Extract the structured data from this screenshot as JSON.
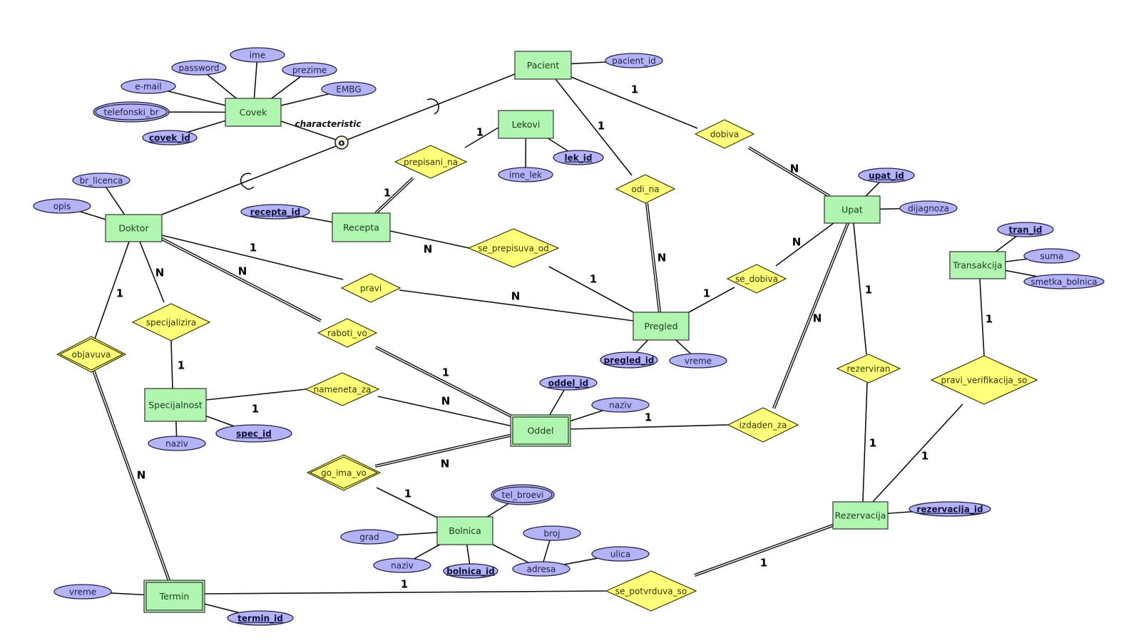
{
  "diagram": {
    "type": "entity-relationship",
    "colors": {
      "entity_fill": "#b0f5b0",
      "attribute_fill": "#b3b3f5",
      "relationship_fill": "#ffff7a",
      "line": "#111111"
    },
    "entities": [
      {
        "id": "covek",
        "label": "Covek",
        "weak": false
      },
      {
        "id": "pacient",
        "label": "Pacient",
        "weak": false
      },
      {
        "id": "lekovi",
        "label": "Lekovi",
        "weak": false
      },
      {
        "id": "doktor",
        "label": "Doktor",
        "weak": false
      },
      {
        "id": "recepta",
        "label": "Recepta",
        "weak": false
      },
      {
        "id": "upat",
        "label": "Upat",
        "weak": false
      },
      {
        "id": "transakcija",
        "label": "Transakcija",
        "weak": false
      },
      {
        "id": "pregled",
        "label": "Pregled",
        "weak": false
      },
      {
        "id": "specijalnost",
        "label": "Specijalnost",
        "weak": false
      },
      {
        "id": "oddel",
        "label": "Oddel",
        "weak": true
      },
      {
        "id": "bolnica",
        "label": "Bolnica",
        "weak": false
      },
      {
        "id": "rezervacija",
        "label": "Rezervacija",
        "weak": false
      },
      {
        "id": "termin",
        "label": "Termin",
        "weak": true
      }
    ],
    "attributes": [
      {
        "id": "a_ime",
        "label": "ime",
        "owner": "covek",
        "key": false,
        "multivalued": false
      },
      {
        "id": "a_password",
        "label": "password",
        "owner": "covek",
        "key": false,
        "multivalued": false
      },
      {
        "id": "a_prezime",
        "label": "prezime",
        "owner": "covek",
        "key": false,
        "multivalued": false
      },
      {
        "id": "a_email",
        "label": "e-mail",
        "owner": "covek",
        "key": false,
        "multivalued": false
      },
      {
        "id": "a_embg",
        "label": "EMBG",
        "owner": "covek",
        "key": false,
        "multivalued": false
      },
      {
        "id": "a_telefonski",
        "label": "telefonski_br",
        "owner": "covek",
        "key": false,
        "multivalued": true
      },
      {
        "id": "a_covek_id",
        "label": "covek_id",
        "owner": "covek",
        "key": true,
        "multivalued": false
      },
      {
        "id": "a_pacient_id",
        "label": "pacient_id",
        "owner": "pacient",
        "key": false,
        "multivalued": false
      },
      {
        "id": "a_lek_id",
        "label": "lek_id",
        "owner": "lekovi",
        "key": true,
        "multivalued": false
      },
      {
        "id": "a_ime_lek",
        "label": "ime_lek",
        "owner": "lekovi",
        "key": false,
        "multivalued": false
      },
      {
        "id": "a_br_licenca",
        "label": "br_licenca",
        "owner": "doktor",
        "key": false,
        "multivalued": false
      },
      {
        "id": "a_opis",
        "label": "opis",
        "owner": "doktor",
        "key": false,
        "multivalued": false
      },
      {
        "id": "a_recepta_id",
        "label": "recepta_id",
        "owner": "recepta",
        "key": true,
        "multivalued": false
      },
      {
        "id": "a_upat_id",
        "label": "upat_id",
        "owner": "upat",
        "key": true,
        "multivalued": false
      },
      {
        "id": "a_dijagnoza",
        "label": "dijagnoza",
        "owner": "upat",
        "key": false,
        "multivalued": false
      },
      {
        "id": "a_tran_id",
        "label": "tran_id",
        "owner": "transakcija",
        "key": true,
        "multivalued": false
      },
      {
        "id": "a_suma",
        "label": "suma",
        "owner": "transakcija",
        "key": false,
        "multivalued": false
      },
      {
        "id": "a_smetka",
        "label": "smetka_bolnica",
        "owner": "transakcija",
        "key": false,
        "multivalued": false
      },
      {
        "id": "a_pregled_id",
        "label": "pregled_id",
        "owner": "pregled",
        "key": true,
        "multivalued": false
      },
      {
        "id": "a_pregled_vreme",
        "label": "vreme",
        "owner": "pregled",
        "key": false,
        "multivalued": false
      },
      {
        "id": "a_spec_naziv",
        "label": "naziv",
        "owner": "specijalnost",
        "key": false,
        "multivalued": false
      },
      {
        "id": "a_spec_id",
        "label": "spec_id",
        "owner": "specijalnost",
        "key": true,
        "multivalued": false
      },
      {
        "id": "a_oddel_id",
        "label": "oddel_id",
        "owner": "oddel",
        "key": true,
        "multivalued": false
      },
      {
        "id": "a_oddel_naziv",
        "label": "naziv",
        "owner": "oddel",
        "key": false,
        "multivalued": false
      },
      {
        "id": "a_tel_broevi",
        "label": "tel_broevi",
        "owner": "bolnica",
        "key": false,
        "multivalued": true
      },
      {
        "id": "a_grad",
        "label": "grad",
        "owner": "bolnica",
        "key": false,
        "multivalued": false
      },
      {
        "id": "a_bol_naziv",
        "label": "naziv",
        "owner": "bolnica",
        "key": false,
        "multivalued": false
      },
      {
        "id": "a_bolnica_id",
        "label": "bolnica_id",
        "owner": "bolnica",
        "key": true,
        "multivalued": false
      },
      {
        "id": "a_adresa",
        "label": "adresa",
        "owner": "bolnica",
        "key": false,
        "multivalued": false
      },
      {
        "id": "a_broj",
        "label": "broj",
        "owner": "a_adresa",
        "key": false,
        "multivalued": false
      },
      {
        "id": "a_ulica",
        "label": "ulica",
        "owner": "a_adresa",
        "key": false,
        "multivalued": false
      },
      {
        "id": "a_rezervacija_id",
        "label": "rezervacija_id",
        "owner": "rezervacija",
        "key": true,
        "multivalued": false
      },
      {
        "id": "a_termin_vreme",
        "label": "vreme",
        "owner": "termin",
        "key": false,
        "multivalued": false
      },
      {
        "id": "a_termin_id",
        "label": "termin_id",
        "owner": "termin",
        "key": true,
        "multivalued": false
      }
    ],
    "relationships": [
      {
        "id": "r_prepisani_na",
        "label": "prepisani_na",
        "identifying": false
      },
      {
        "id": "r_dobiva",
        "label": "dobiva",
        "identifying": false
      },
      {
        "id": "r_odi_na",
        "label": "odi_na",
        "identifying": false
      },
      {
        "id": "r_se_prepisuva_od",
        "label": "se_prepisuva_od",
        "identifying": false
      },
      {
        "id": "r_pravi",
        "label": "pravi",
        "identifying": false
      },
      {
        "id": "r_se_dobiva",
        "label": "se_dobiva",
        "identifying": false
      },
      {
        "id": "r_specijalizira",
        "label": "specijalizira",
        "identifying": false
      },
      {
        "id": "r_objavuva",
        "label": "objavuva",
        "identifying": true
      },
      {
        "id": "r_raboti_vo",
        "label": "raboti_vo",
        "identifying": false
      },
      {
        "id": "r_rezerviran",
        "label": "rezerviran",
        "identifying": false
      },
      {
        "id": "r_pravi_verifikacija_so",
        "label": "pravi_verifikacija_so",
        "identifying": false
      },
      {
        "id": "r_nameneta_za",
        "label": "nameneta_za",
        "identifying": false
      },
      {
        "id": "r_izdaden_za",
        "label": "izdaden_za",
        "identifying": false
      },
      {
        "id": "r_go_ima_vo",
        "label": "go_ima_vo",
        "identifying": true
      },
      {
        "id": "r_se_potvrduva_so",
        "label": "se_potvrduva_so",
        "identifying": false
      }
    ],
    "specialization": {
      "parent": "covek",
      "children": [
        "pacient",
        "doktor"
      ],
      "symbol": "o",
      "label": "characteristic"
    },
    "connections": [
      {
        "from": "lekovi",
        "to": "r_prepisani_na",
        "cardinality": "1",
        "total": false
      },
      {
        "from": "recepta",
        "to": "r_prepisani_na",
        "cardinality": "1",
        "total": true
      },
      {
        "from": "pacient",
        "to": "r_dobiva",
        "cardinality": "1",
        "total": false
      },
      {
        "from": "upat",
        "to": "r_dobiva",
        "cardinality": "N",
        "total": true
      },
      {
        "from": "pacient",
        "to": "r_odi_na",
        "cardinality": "1",
        "total": false
      },
      {
        "from": "pregled",
        "to": "r_odi_na",
        "cardinality": "N",
        "total": true
      },
      {
        "from": "recepta",
        "to": "r_se_prepisuva_od",
        "cardinality": "N",
        "total": false
      },
      {
        "from": "pregled",
        "to": "r_se_prepisuva_od",
        "cardinality": "1",
        "total": false
      },
      {
        "from": "doktor",
        "to": "r_pravi",
        "cardinality": "1",
        "total": false
      },
      {
        "from": "pregled",
        "to": "r_pravi",
        "cardinality": "N",
        "total": false
      },
      {
        "from": "pregled",
        "to": "r_se_dobiva",
        "cardinality": "1",
        "total": false
      },
      {
        "from": "upat",
        "to": "r_se_dobiva",
        "cardinality": "N",
        "total": false
      },
      {
        "from": "doktor",
        "to": "r_specijalizira",
        "cardinality": "N",
        "total": false
      },
      {
        "from": "specijalnost",
        "to": "r_specijalizira",
        "cardinality": "1",
        "total": false
      },
      {
        "from": "doktor",
        "to": "r_objavuva",
        "cardinality": "1",
        "total": false
      },
      {
        "from": "termin",
        "to": "r_objavuva",
        "cardinality": "N",
        "total": true
      },
      {
        "from": "doktor",
        "to": "r_raboti_vo",
        "cardinality": "N",
        "total": true
      },
      {
        "from": "oddel",
        "to": "r_raboti_vo",
        "cardinality": "1",
        "total": true
      },
      {
        "from": "upat",
        "to": "r_rezerviran",
        "cardinality": "1",
        "total": false
      },
      {
        "from": "rezervacija",
        "to": "r_rezerviran",
        "cardinality": "1",
        "total": false
      },
      {
        "from": "transakcija",
        "to": "r_pravi_verifikacija_so",
        "cardinality": "1",
        "total": false
      },
      {
        "from": "rezervacija",
        "to": "r_pravi_verifikacija_so",
        "cardinality": "1",
        "total": false
      },
      {
        "from": "specijalnost",
        "to": "r_nameneta_za",
        "cardinality": "1",
        "total": false
      },
      {
        "from": "oddel",
        "to": "r_nameneta_za",
        "cardinality": "N",
        "total": false
      },
      {
        "from": "oddel",
        "to": "r_izdaden_za",
        "cardinality": "1",
        "total": false
      },
      {
        "from": "upat",
        "to": "r_izdaden_za",
        "cardinality": "N",
        "total": true
      },
      {
        "from": "oddel",
        "to": "r_go_ima_vo",
        "cardinality": "N",
        "total": true
      },
      {
        "from": "bolnica",
        "to": "r_go_ima_vo",
        "cardinality": "1",
        "total": false
      },
      {
        "from": "termin",
        "to": "r_se_potvrduva_so",
        "cardinality": "1",
        "total": false
      },
      {
        "from": "rezervacija",
        "to": "r_se_potvrduva_so",
        "cardinality": "1",
        "total": true
      }
    ]
  }
}
